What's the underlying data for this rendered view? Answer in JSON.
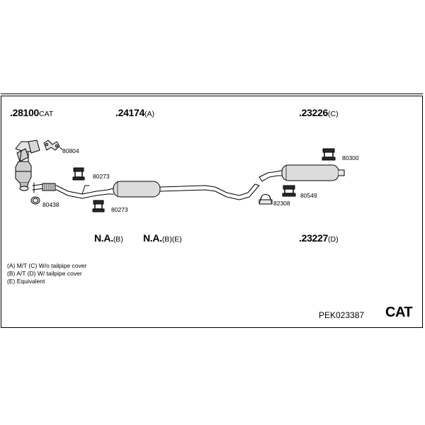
{
  "parts": {
    "p1": {
      "number": ".28100",
      "suffix": "CAT"
    },
    "p2": {
      "number": ".24174",
      "suffix": "(A)"
    },
    "p3": {
      "number": ".23226",
      "suffix": "(C)"
    },
    "p4": {
      "number": "N.A.",
      "suffix": "(B)"
    },
    "p5": {
      "number": "N.A.",
      "suffix": "(B)(E)"
    },
    "p6": {
      "number": ".23227",
      "suffix": "(D)"
    }
  },
  "fittings": {
    "f80804": "80804",
    "f80273a": "80273",
    "f80273b": "80273",
    "f80438": "80438",
    "f80300": "80300",
    "f80549": "80549",
    "f82308": "82308"
  },
  "legend": [
    "(A) M/T (C) W/o tailpipe cover",
    "(B) A/T (D) W/ tailpipe cover",
    "(E) Equivalent"
  ],
  "set_code": "PEK023387",
  "brand_mark": "CAT"
}
